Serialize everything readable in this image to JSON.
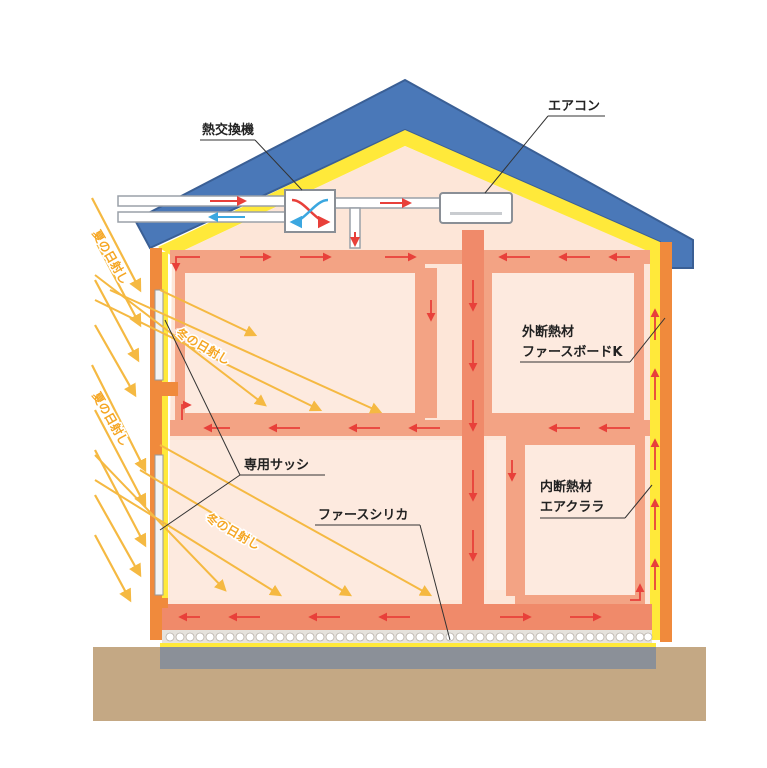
{
  "labels": {
    "heat_exchanger": "熱交換機",
    "aircon": "エアコン",
    "outer_insulation_line1": "外断熱材",
    "outer_insulation_line2": "ファースボードK",
    "inner_insulation_line1": "内断熱材",
    "inner_insulation_line2": "エアクララ",
    "sash": "専用サッシ",
    "silica": "ファースシリカ",
    "summer_sun": "夏の日射し",
    "winter_sun": "冬の日射し"
  },
  "colors": {
    "roof": "#4a78b8",
    "roof_edge": "#3a5f95",
    "yellow_insulation": "#ffe93a",
    "outer_wall": "#f08a3c",
    "interior": "#fde6d8",
    "duct": "#f3a384",
    "arrow_red": "#e8403a",
    "arrow_blue": "#3ba7e0",
    "ground": "#c4a884",
    "foundation": "#8b9098",
    "sun_rays": "#f5b942",
    "pebbles": "#e6e2dc"
  }
}
